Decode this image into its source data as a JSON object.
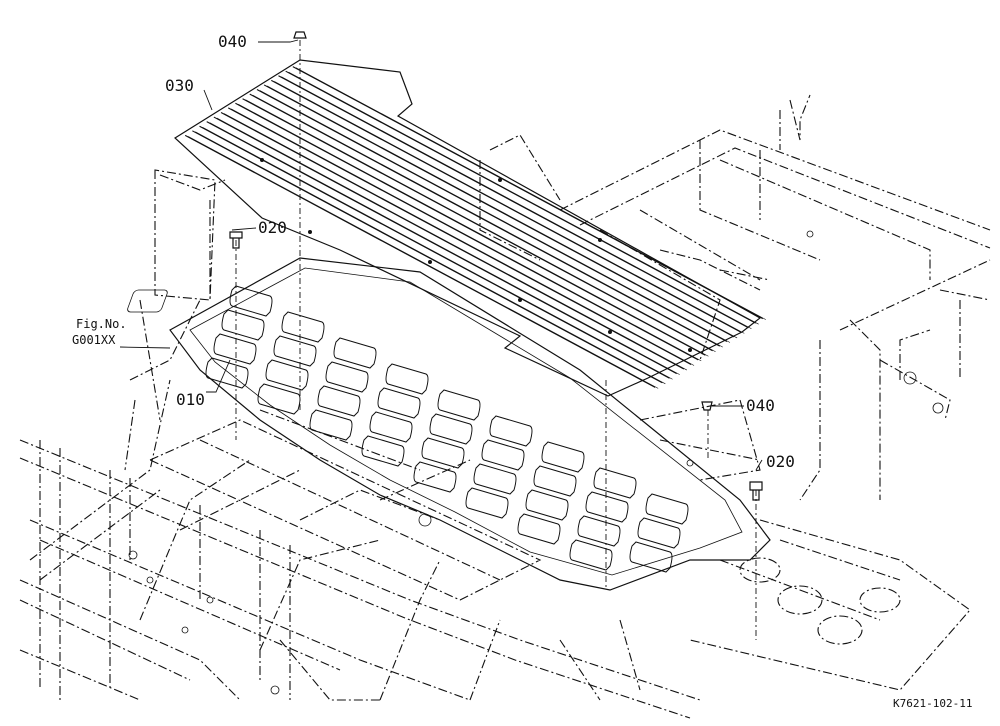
{
  "callouts": {
    "part_040_top": "040",
    "part_030": "030",
    "part_020_left": "020",
    "part_010": "010",
    "part_040_right": "040",
    "part_020_right": "020"
  },
  "figure_reference": {
    "line1": "Fig.No.",
    "line2": "G001XX"
  },
  "drawing_number": "K7621-102-11",
  "colors": {
    "ink": "#111111",
    "background": "#ffffff"
  }
}
